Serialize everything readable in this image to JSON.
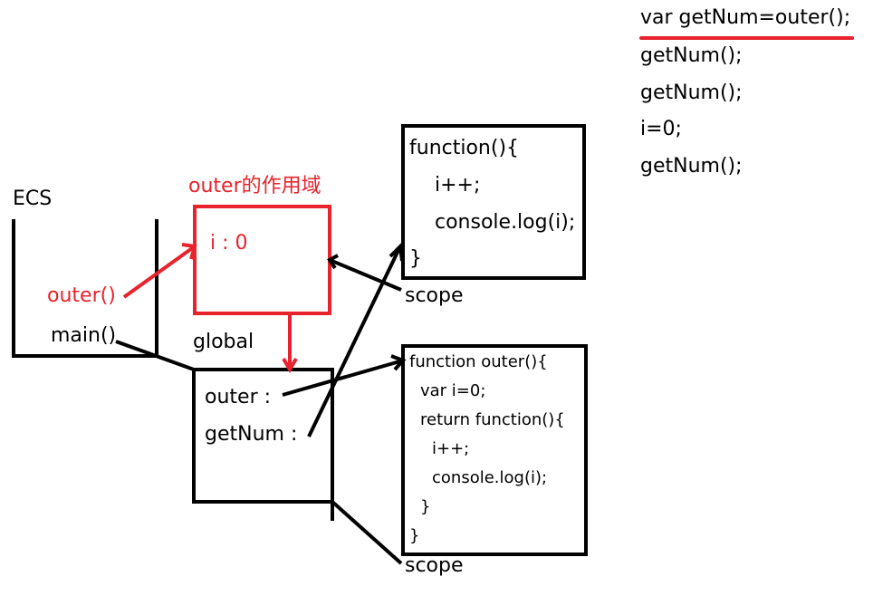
{
  "colors": {
    "ink": "#000000",
    "accent_red": "#e8232d"
  },
  "ecs": {
    "label": "ECS",
    "frames": [
      "outer()",
      "main()"
    ]
  },
  "outer_scope": {
    "title": "outer的作用域",
    "var": "i : 0"
  },
  "global": {
    "label": "global",
    "vars": [
      "outer :",
      "getNum :"
    ]
  },
  "anon_fn": {
    "lines": [
      "function(){",
      "i++;",
      "console.log(i);",
      "}"
    ],
    "scope_label": "scope"
  },
  "outer_fn": {
    "lines": [
      "function outer(){",
      "var i=0;",
      "return function(){",
      "i++;",
      "console.log(i);",
      "}",
      "}"
    ],
    "scope_label": "scope"
  },
  "code": {
    "lines": [
      "var getNum=outer();",
      "getNum();",
      "getNum();",
      "i=0;",
      "getNum();"
    ]
  }
}
